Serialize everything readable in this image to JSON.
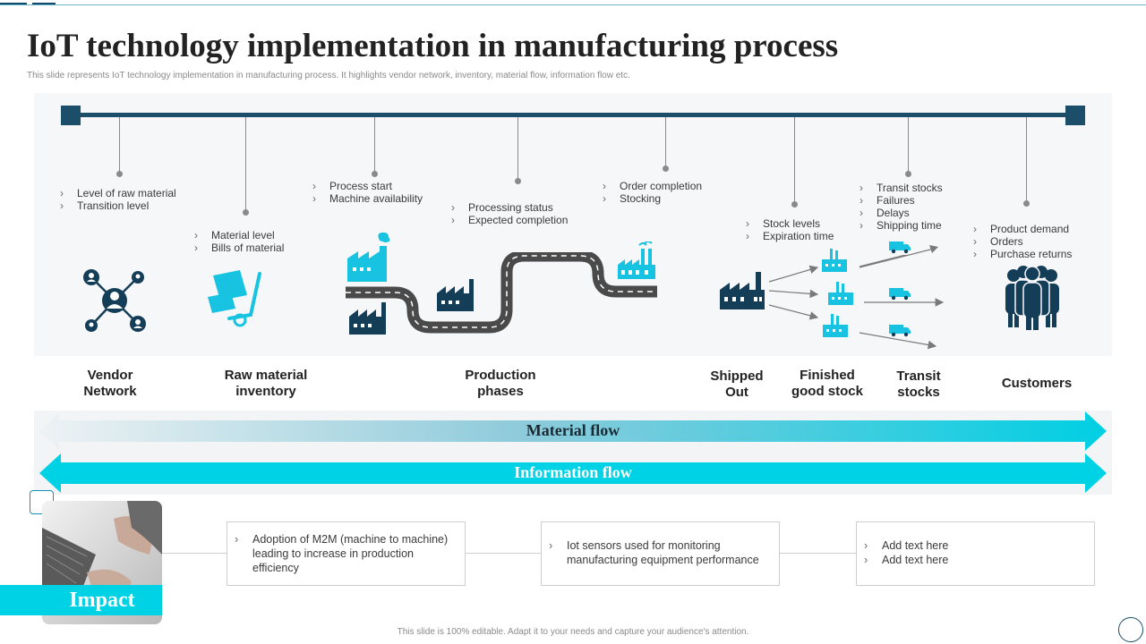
{
  "title": "IoT technology implementation in manufacturing process",
  "subtitle": "This slide represents IoT technology implementation  in manufacturing process. It highlights vendor network, inventory, material flow, information flow etc.",
  "timeline": {
    "points": [
      {
        "bullets": [
          "Level of raw material",
          "Transition level"
        ]
      },
      {
        "bullets": [
          "Material level",
          "Bills of material"
        ]
      },
      {
        "bullets": [
          "Process start",
          "Machine availability"
        ]
      },
      {
        "bullets": [
          "Processing status",
          "Expected completion"
        ]
      },
      {
        "bullets": [
          "Order completion",
          "Stocking"
        ]
      },
      {
        "bullets": [
          "Stock levels",
          "Expiration time"
        ]
      },
      {
        "bullets": [
          "Transit stocks",
          "Failures",
          "Delays",
          "Shipping time"
        ]
      },
      {
        "bullets": [
          "Product demand",
          "Orders",
          "Purchase returns"
        ]
      }
    ]
  },
  "stages": [
    {
      "label": "Vendor\nNetwork"
    },
    {
      "label": "Raw material\ninventory"
    },
    {
      "label": "Production\nphases"
    },
    {
      "label": "Shipped\nOut"
    },
    {
      "label": "Finished\ngood stock"
    },
    {
      "label": "Transit\nstocks"
    },
    {
      "label": "Customers"
    }
  ],
  "flows": {
    "material": "Material flow",
    "information": "Information flow"
  },
  "impact": {
    "label": "Impact",
    "boxes": [
      {
        "bullets": [
          "Adoption of M2M (machine to machine) leading to increase in production efficiency"
        ]
      },
      {
        "bullets": [
          "Iot sensors used for monitoring manufacturing equipment performance"
        ]
      },
      {
        "bullets": [
          "Add text here",
          "Add text here"
        ]
      }
    ]
  },
  "footer": "This slide is 100% editable. Adapt it to your needs and capture your audience's attention.",
  "colors": {
    "navy": "#1d4e69",
    "cyan": "#17c3e0",
    "dark_icon": "#143d57",
    "gray": "#8a8a8a"
  },
  "icons": [
    "network-icon",
    "hand-truck-icon",
    "factory-icon",
    "road-icon",
    "people-icon",
    "truck-icon"
  ]
}
